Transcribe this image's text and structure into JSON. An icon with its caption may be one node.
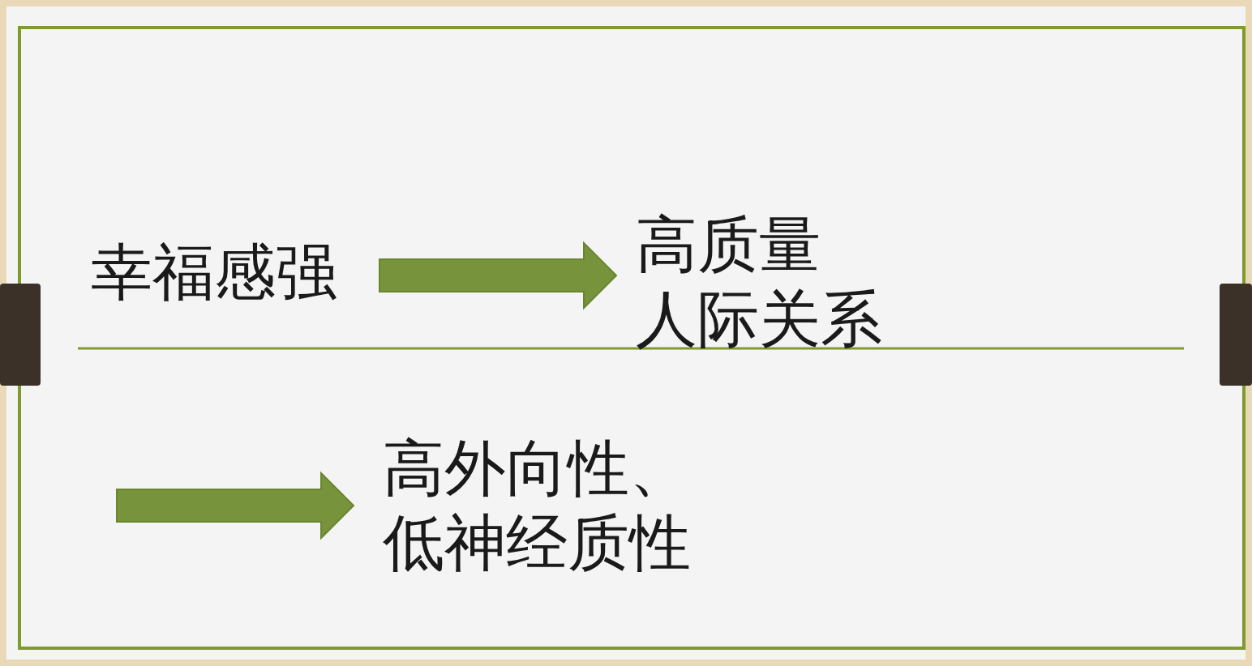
{
  "diagram": {
    "nodes": [
      {
        "text": [
          "幸福感强"
        ]
      },
      {
        "text": [
          "高质量人际关系"
        ]
      },
      {
        "text": [
          "高外向性、低神经质性"
        ]
      }
    ],
    "edges": [
      {
        "from": 0,
        "to": 1,
        "arrow": "to"
      },
      {
        "from": null,
        "to": 2,
        "arrow": "to"
      }
    ]
  }
}
